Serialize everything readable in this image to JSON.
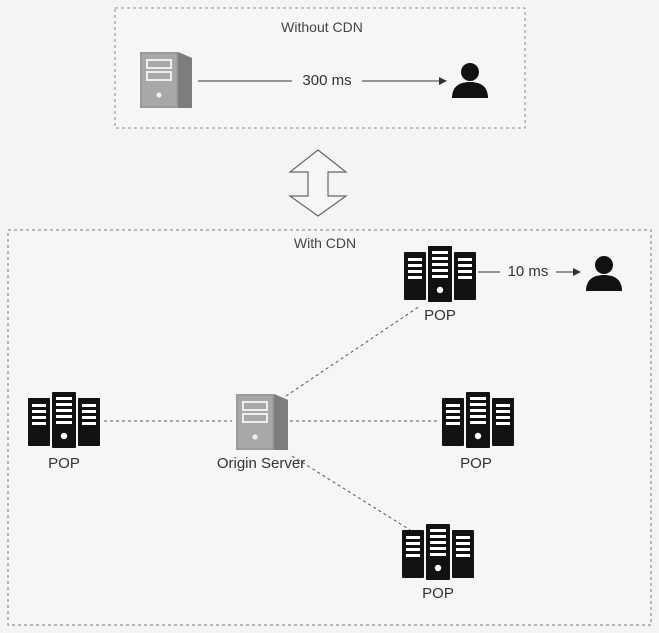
{
  "without_cdn": {
    "title": "Without CDN",
    "latency": "300 ms"
  },
  "with_cdn": {
    "title": "With CDN",
    "latency": "10 ms",
    "origin_label": "Origin Server",
    "pop_label": "POP"
  },
  "colors": {
    "pop_server": "#111111",
    "origin_server": "#8a8a8a",
    "user": "#111111",
    "dashed_line": "#555555"
  },
  "icons": {
    "origin": "server-tower-icon",
    "pop": "server-rack-icon",
    "user": "user-icon",
    "compare": "double-arrow-icon"
  }
}
